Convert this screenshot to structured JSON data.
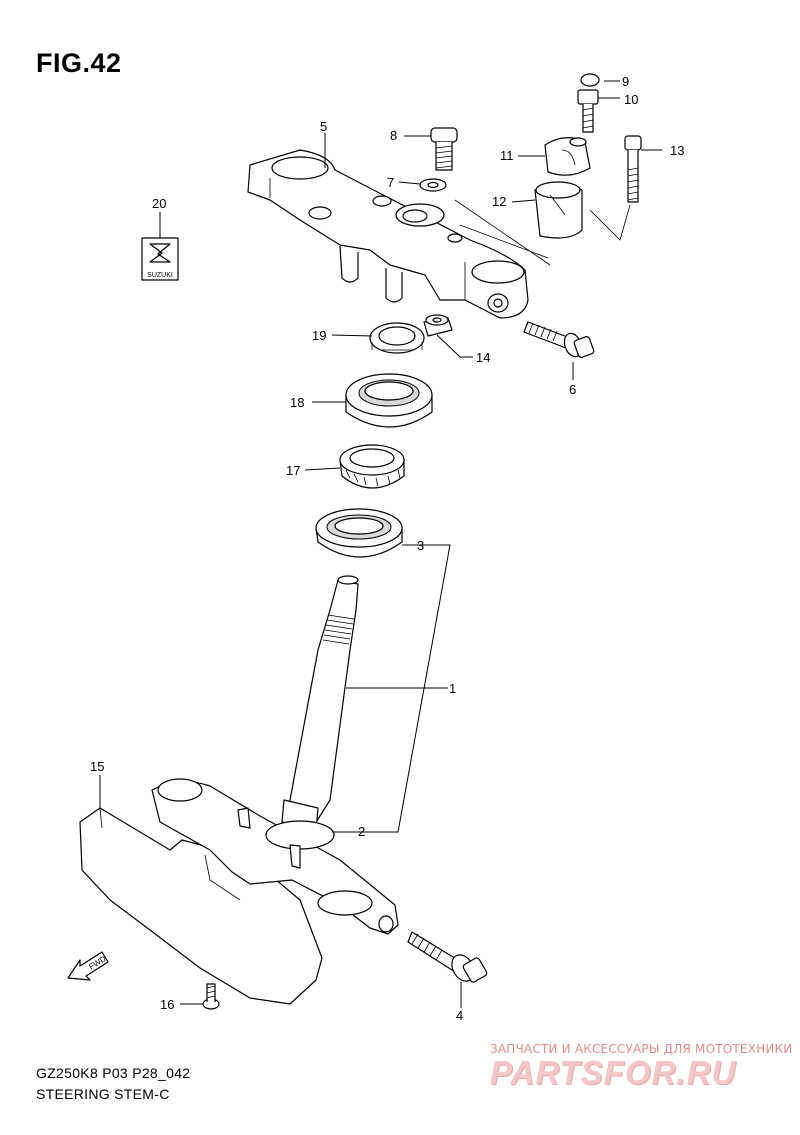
{
  "figure": {
    "title": "FIG.42",
    "model_code": "GZ250K8 P03 P28_042",
    "section_name": "STEERING STEM-C"
  },
  "callouts": [
    {
      "number": "1"
    },
    {
      "number": "2"
    },
    {
      "number": "3"
    },
    {
      "number": "4"
    },
    {
      "number": "5"
    },
    {
      "number": "6"
    },
    {
      "number": "7"
    },
    {
      "number": "8"
    },
    {
      "number": "9"
    },
    {
      "number": "10"
    },
    {
      "number": "11"
    },
    {
      "number": "12"
    },
    {
      "number": "13"
    },
    {
      "number": "14"
    },
    {
      "number": "15"
    },
    {
      "number": "16"
    },
    {
      "number": "17"
    },
    {
      "number": "18"
    },
    {
      "number": "19"
    },
    {
      "number": "20"
    }
  ],
  "labels": {
    "fwd_arrow": "FWD",
    "emblem_text": "SUZUKI"
  },
  "watermark": {
    "tagline": "ЗАПЧАСТИ И АКСЕССУАРЫ ДЛЯ МОТОТЕХНИКИ",
    "brand": "PARTSFOR.RU"
  }
}
